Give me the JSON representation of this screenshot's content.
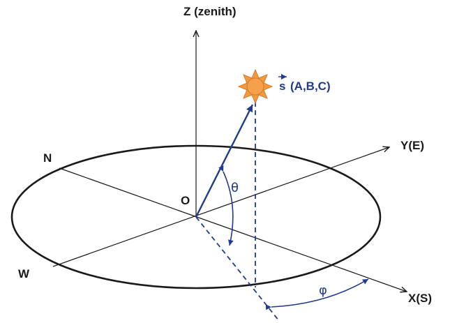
{
  "labels": {
    "zenith": "Z (zenith)",
    "east": "Y(E)",
    "south": "X(S)",
    "north": "N",
    "west": "W",
    "origin": "O",
    "theta": "θ",
    "phi": "φ",
    "sun_vector_symbol": "s",
    "sun_vector_coords": "(A,B,C)"
  },
  "icons": {
    "sun": "sun-icon"
  },
  "colors": {
    "axis": "#1a1a1a",
    "vector": "#1f3b8c",
    "sun_fill": "#f39a3c",
    "sun_stroke": "#d9772a"
  }
}
